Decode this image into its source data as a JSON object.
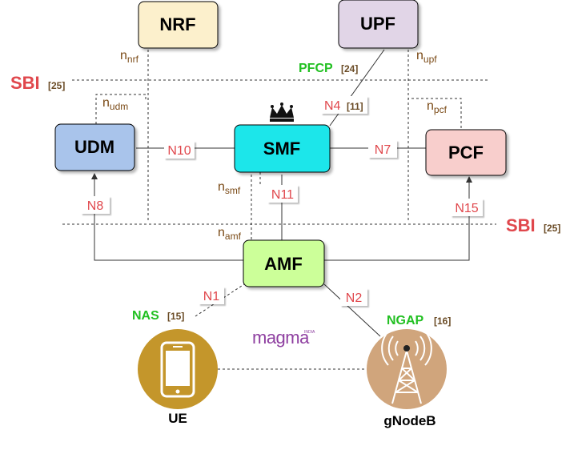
{
  "nodes": {
    "nrf": "NRF",
    "upf": "UPF",
    "udm": "UDM",
    "smf": "SMF",
    "pcf": "PCF",
    "amf": "AMF",
    "ue": "UE",
    "gnodeb": "gNodeB"
  },
  "sbi": {
    "label": "SBI",
    "ref": "[25]"
  },
  "protocols": {
    "pfcp": {
      "label": "PFCP",
      "ref": "[24]"
    },
    "nas": {
      "label": "NAS",
      "ref": "[15]"
    },
    "ngap": {
      "label": "NGAP",
      "ref": "[16]"
    }
  },
  "interfaces": {
    "n4": {
      "label": "N4",
      "ref": "[11]"
    },
    "n10": "N10",
    "n7": "N7",
    "n11": "N11",
    "n8": "N8",
    "n15": "N15",
    "n1": "N1",
    "n2": "N2"
  },
  "service_interfaces": {
    "nrf": {
      "base": "n",
      "sub": "nrf"
    },
    "upf": {
      "base": "n",
      "sub": "upf"
    },
    "udm": {
      "base": "n",
      "sub": "udm"
    },
    "pcf": {
      "base": "n",
      "sub": "pcf"
    },
    "smf": {
      "base": "n",
      "sub": "smf"
    },
    "amf": {
      "base": "n",
      "sub": "amf"
    }
  },
  "logo": {
    "text": "magma",
    "tag": "INDIA"
  },
  "colors": {
    "nrf": "#fcf0cc",
    "upf": "#e1d5e7",
    "udm": "#a9c4eb",
    "smf": "#1ee6ea",
    "pcf": "#f8cecc",
    "amf": "#ccff99",
    "device_circle": "#c4962b",
    "tower_circle": "#d0a57c",
    "interface_label": "#e0474c",
    "sbi": "#e0474c",
    "protocol": "#22c022",
    "logo": "#8e3fa0"
  }
}
